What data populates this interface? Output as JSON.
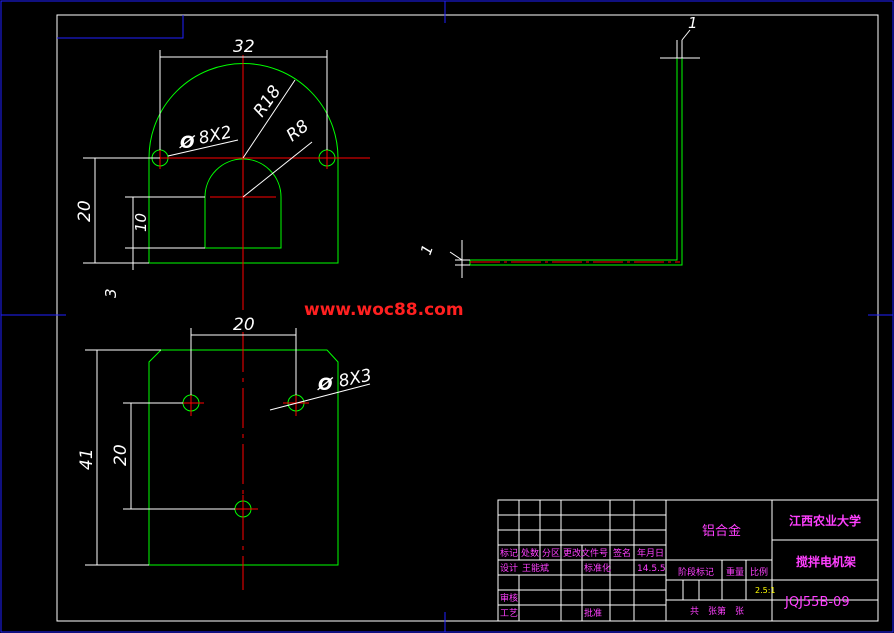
{
  "front_view": {
    "dim_width": "32",
    "dim_r_outer": "R18",
    "dim_r_inner": "R8",
    "dim_holes": "8X2",
    "dim_height": "20",
    "dim_slot": "10",
    "dim_base": "3"
  },
  "side_view": {
    "dim_top": "1",
    "dim_left": "1"
  },
  "plan_view": {
    "dim_width": "20",
    "dim_holes": "8X3",
    "dim_height": "41",
    "dim_spacing": "20"
  },
  "diameter_symbol": "Ø",
  "watermark": "www.woc88.com",
  "title_block": {
    "row_headers": [
      "标记",
      "处数",
      "分区",
      "更改文件号",
      "签名",
      "年月日"
    ],
    "designer_label": "设计",
    "designer_name": "王能斌",
    "standard_label": "标准化",
    "date": "14.5.5",
    "review_label": "审核",
    "process_label": "工艺",
    "approve_label": "批准",
    "material": "铝合金",
    "stage_label": "阶段标记",
    "weight_label": "重量",
    "scale_label": "比例",
    "scale_value": "2.5:1",
    "sheets_label": "共　张第　张",
    "school": "江西农业大学",
    "part_name": "搅拌电机架",
    "drawing_no": "JQJ55B-09"
  },
  "colors": {
    "background": "#000000",
    "frame": "#0000ff",
    "outline": "#00ff00",
    "centerline": "#ff0000",
    "dimension": "#ffffff",
    "title_text": "#ff40ff"
  }
}
